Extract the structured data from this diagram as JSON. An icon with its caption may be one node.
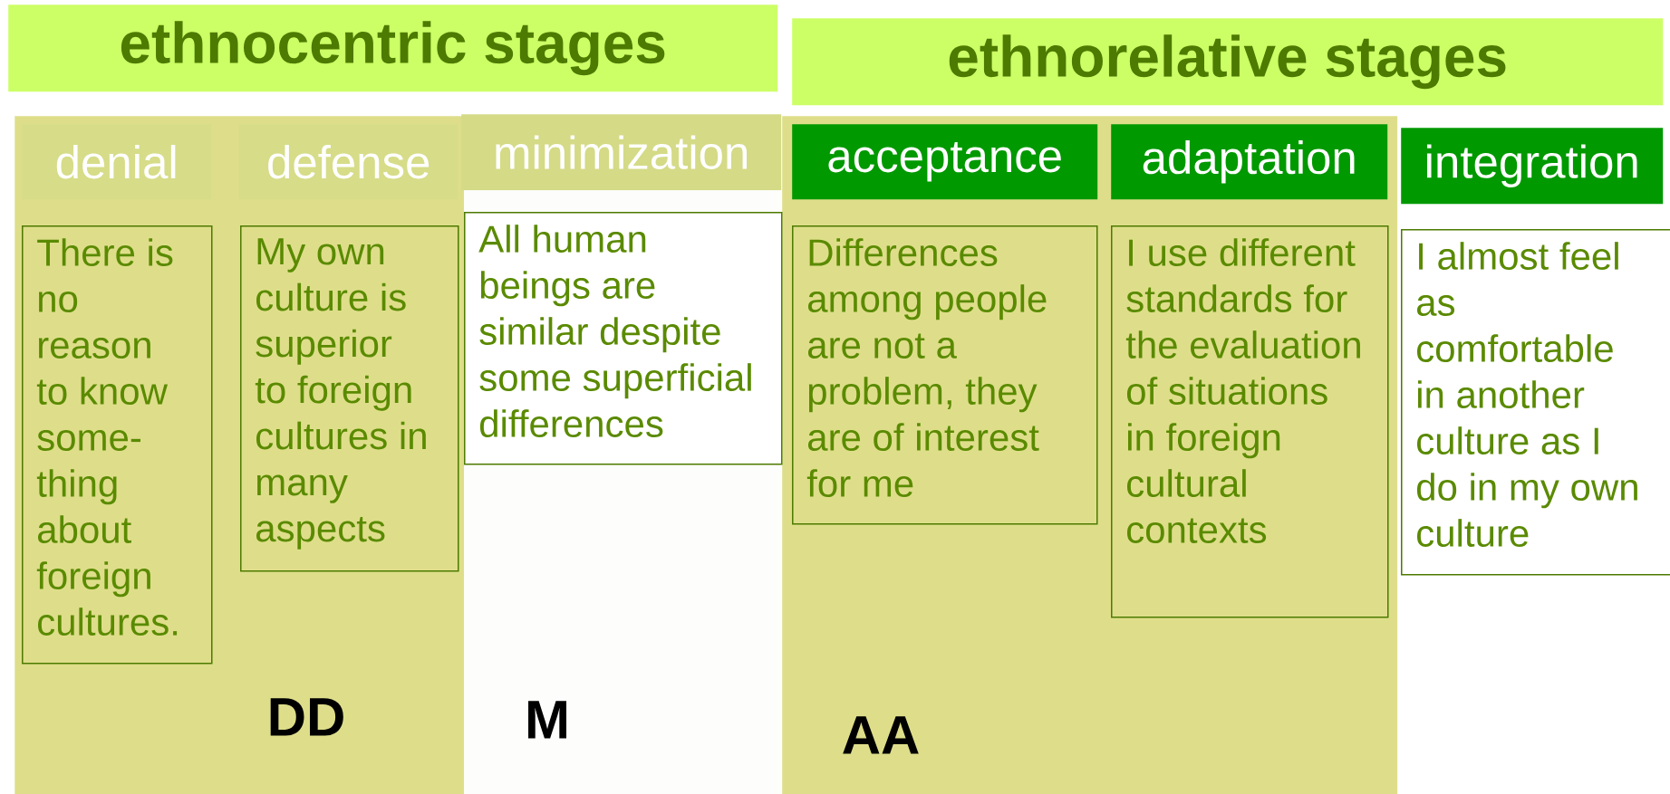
{
  "diagram": {
    "nodes": [
      {
        "text": [
          "ethnocentric stages"
        ]
      },
      {
        "text": [
          "ethnorelative stages"
        ]
      },
      {
        "text": [
          "DD"
        ]
      },
      {
        "text": [
          "denial"
        ],
        "in": 2
      },
      {
        "text": [
          "There is no reason to know some- thing about foreign cultures."
        ],
        "in": 2
      },
      {
        "text": [
          "defense"
        ],
        "in": 2
      },
      {
        "text": [
          "My own culture is superior to foreign cultures in many aspects"
        ],
        "in": 2
      },
      {
        "text": [
          "minimization"
        ]
      },
      {
        "text": [
          "M"
        ]
      },
      {
        "text": [
          "All human beings are similar despite some superficial differences"
        ],
        "in": 8
      },
      {
        "text": [
          "AA"
        ]
      },
      {
        "text": [
          "acceptance"
        ],
        "in": 10
      },
      {
        "text": [
          "Differences among people are not a problem, they are of interest for me"
        ],
        "in": 10
      },
      {
        "text": [
          "adaptation"
        ],
        "in": 10
      },
      {
        "text": [
          "I use different standards for the evaluation of situations in foreign cultural contexts"
        ],
        "in": 10
      },
      {
        "text": [
          "integration"
        ]
      },
      {
        "text": [
          "I almost feel as comfortable in another culture as I do in my own culture"
        ]
      }
    ]
  }
}
